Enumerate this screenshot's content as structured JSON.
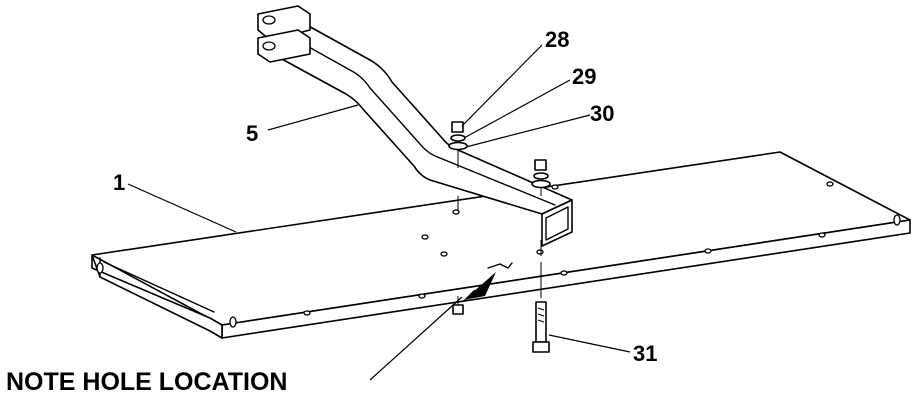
{
  "callouts": [
    {
      "id": "1",
      "label": "1"
    },
    {
      "id": "5",
      "label": "5"
    },
    {
      "id": "28",
      "label": "28"
    },
    {
      "id": "29",
      "label": "29"
    },
    {
      "id": "30",
      "label": "30"
    },
    {
      "id": "31",
      "label": "31"
    }
  ],
  "note": {
    "text": "NOTE HOLE LOCATION"
  },
  "colors": {
    "line": "#000000",
    "background": "#ffffff"
  }
}
